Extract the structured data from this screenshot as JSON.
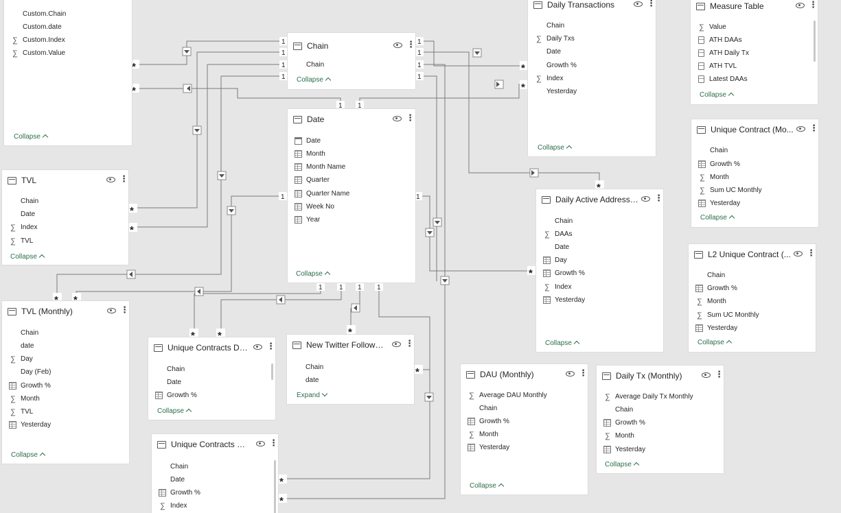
{
  "cards": {
    "custom": {
      "fields": [
        {
          "icon": "none",
          "name": "Custom.Chain"
        },
        {
          "icon": "sigma",
          "name": "Custom.date"
        },
        {
          "icon": "sigma",
          "name": "Custom.Index"
        },
        {
          "icon": "sigma",
          "name": "Custom.Value"
        }
      ],
      "footer": "Collapse"
    },
    "chain": {
      "title": "Chain",
      "fields": [
        {
          "icon": "none",
          "name": "Chain"
        }
      ],
      "footer": "Collapse"
    },
    "daily_tx": {
      "title": "Daily Transactions",
      "fields": [
        {
          "icon": "none",
          "name": "Chain"
        },
        {
          "icon": "sigma",
          "name": "Daily Txs"
        },
        {
          "icon": "none",
          "name": "Date"
        },
        {
          "icon": "none",
          "name": "Growth %"
        },
        {
          "icon": "sigma",
          "name": "Index"
        },
        {
          "icon": "none",
          "name": "Yesterday"
        }
      ],
      "footer": "Collapse"
    },
    "measure": {
      "title": "Measure Table",
      "fields": [
        {
          "icon": "sigma",
          "name": "Value"
        },
        {
          "icon": "meas",
          "name": "ATH DAAs"
        },
        {
          "icon": "meas",
          "name": "ATH Daily Tx"
        },
        {
          "icon": "meas",
          "name": "ATH TVL"
        },
        {
          "icon": "meas",
          "name": "Latest DAAs"
        }
      ],
      "footer": "Collapse"
    },
    "date": {
      "title": "Date",
      "fields": [
        {
          "icon": "cal",
          "name": "Date"
        },
        {
          "icon": "calc",
          "name": "Month"
        },
        {
          "icon": "calc",
          "name": "Month Name"
        },
        {
          "icon": "calc",
          "name": "Quarter"
        },
        {
          "icon": "calc",
          "name": "Quarter Name"
        },
        {
          "icon": "calc",
          "name": "Week No"
        },
        {
          "icon": "calc",
          "name": "Year"
        }
      ],
      "footer": "Collapse"
    },
    "uc_monthly": {
      "title": "Unique Contract (Mo...",
      "fields": [
        {
          "icon": "none",
          "name": "Chain"
        },
        {
          "icon": "calc",
          "name": "Growth %"
        },
        {
          "icon": "sigma",
          "name": "Month"
        },
        {
          "icon": "sigma",
          "name": "Sum UC Monthly"
        },
        {
          "icon": "calc",
          "name": "Yesterday"
        }
      ],
      "footer": "Collapse"
    },
    "tvl": {
      "title": "TVL",
      "fields": [
        {
          "icon": "none",
          "name": "Chain"
        },
        {
          "icon": "none",
          "name": "Date"
        },
        {
          "icon": "sigma",
          "name": "Index"
        },
        {
          "icon": "sigma",
          "name": "TVL"
        }
      ],
      "footer": "Collapse"
    },
    "daa": {
      "title": "Daily Active Addresses",
      "fields": [
        {
          "icon": "none",
          "name": "Chain"
        },
        {
          "icon": "sigma",
          "name": "DAAs"
        },
        {
          "icon": "none",
          "name": "Date"
        },
        {
          "icon": "calc",
          "name": "Day"
        },
        {
          "icon": "calc",
          "name": "Growth %"
        },
        {
          "icon": "sigma",
          "name": "Index"
        },
        {
          "icon": "calc",
          "name": "Yesterday"
        }
      ],
      "footer": "Collapse"
    },
    "l2uc": {
      "title": "L2 Unique Contract (...",
      "fields": [
        {
          "icon": "none",
          "name": "Chain"
        },
        {
          "icon": "calc",
          "name": "Growth %"
        },
        {
          "icon": "sigma",
          "name": "Month"
        },
        {
          "icon": "sigma",
          "name": "Sum UC Monthly"
        },
        {
          "icon": "calc",
          "name": "Yesterday"
        }
      ],
      "footer": "Collapse"
    },
    "tvl_monthly": {
      "title": "TVL (Monthly)",
      "fields": [
        {
          "icon": "none",
          "name": "Chain"
        },
        {
          "icon": "none",
          "name": "date"
        },
        {
          "icon": "sigma",
          "name": "Day"
        },
        {
          "icon": "none",
          "name": "Day (Feb)"
        },
        {
          "icon": "calc",
          "name": "Growth %"
        },
        {
          "icon": "sigma",
          "name": "Month"
        },
        {
          "icon": "sigma",
          "name": "TVL"
        },
        {
          "icon": "calc",
          "name": "Yesterday"
        }
      ],
      "footer": "Collapse"
    },
    "ucd1": {
      "title": "Unique Contracts De...",
      "fields": [
        {
          "icon": "none",
          "name": "Chain"
        },
        {
          "icon": "none",
          "name": "Date"
        },
        {
          "icon": "calc",
          "name": "Growth %"
        }
      ],
      "footer": "Collapse"
    },
    "twitter": {
      "title": "New Twitter Follower...",
      "fields": [
        {
          "icon": "none",
          "name": "Chain"
        },
        {
          "icon": "none",
          "name": "date"
        }
      ],
      "footer": "Expand"
    },
    "dau_monthly": {
      "title": "DAU (Monthly)",
      "fields": [
        {
          "icon": "sigma",
          "name": "Average DAU Monthly"
        },
        {
          "icon": "none",
          "name": "Chain"
        },
        {
          "icon": "calc",
          "name": "Growth %"
        },
        {
          "icon": "sigma",
          "name": "Month"
        },
        {
          "icon": "calc",
          "name": "Yesterday"
        }
      ],
      "footer": "Collapse"
    },
    "dtx_monthly": {
      "title": "Daily Tx (Monthly)",
      "fields": [
        {
          "icon": "sigma",
          "name": "Average Daily Tx Monthly"
        },
        {
          "icon": "none",
          "name": "Chain"
        },
        {
          "icon": "calc",
          "name": "Growth %"
        },
        {
          "icon": "sigma",
          "name": "Month"
        },
        {
          "icon": "calc",
          "name": "Yesterday"
        }
      ],
      "footer": "Collapse"
    },
    "ucd2": {
      "title": "Unique Contracts De...",
      "fields": [
        {
          "icon": "none",
          "name": "Chain"
        },
        {
          "icon": "none",
          "name": "Date"
        },
        {
          "icon": "calc",
          "name": "Growth %"
        },
        {
          "icon": "sigma",
          "name": "Index"
        }
      ],
      "footer": ""
    }
  },
  "cardinality": {
    "one": "1",
    "many": "*"
  }
}
